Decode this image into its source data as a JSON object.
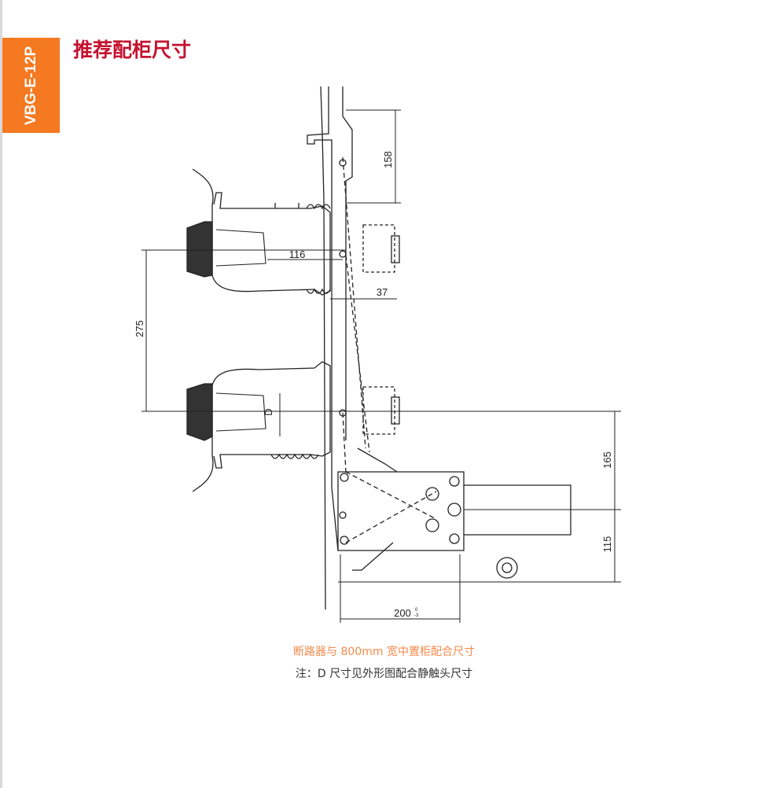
{
  "side_tab": {
    "label": "VBG-E-12P",
    "color": "#f47920"
  },
  "page_title": "推荐配柜尺寸",
  "drawing": {
    "dimensions": {
      "d158": "158",
      "d116": "116",
      "d37": "37",
      "d275": "275",
      "dD": "D",
      "d165": "165",
      "d115": "115",
      "d200": "200",
      "d200_tol_upper": "0",
      "d200_tol_lower": "-3"
    }
  },
  "caption": "断路器与 800mm 宽中置柜配合尺寸",
  "note": "注：D 尺寸见外形图配合静触头尺寸",
  "colors": {
    "title": "#c4122f",
    "caption": "#f58a4b"
  }
}
